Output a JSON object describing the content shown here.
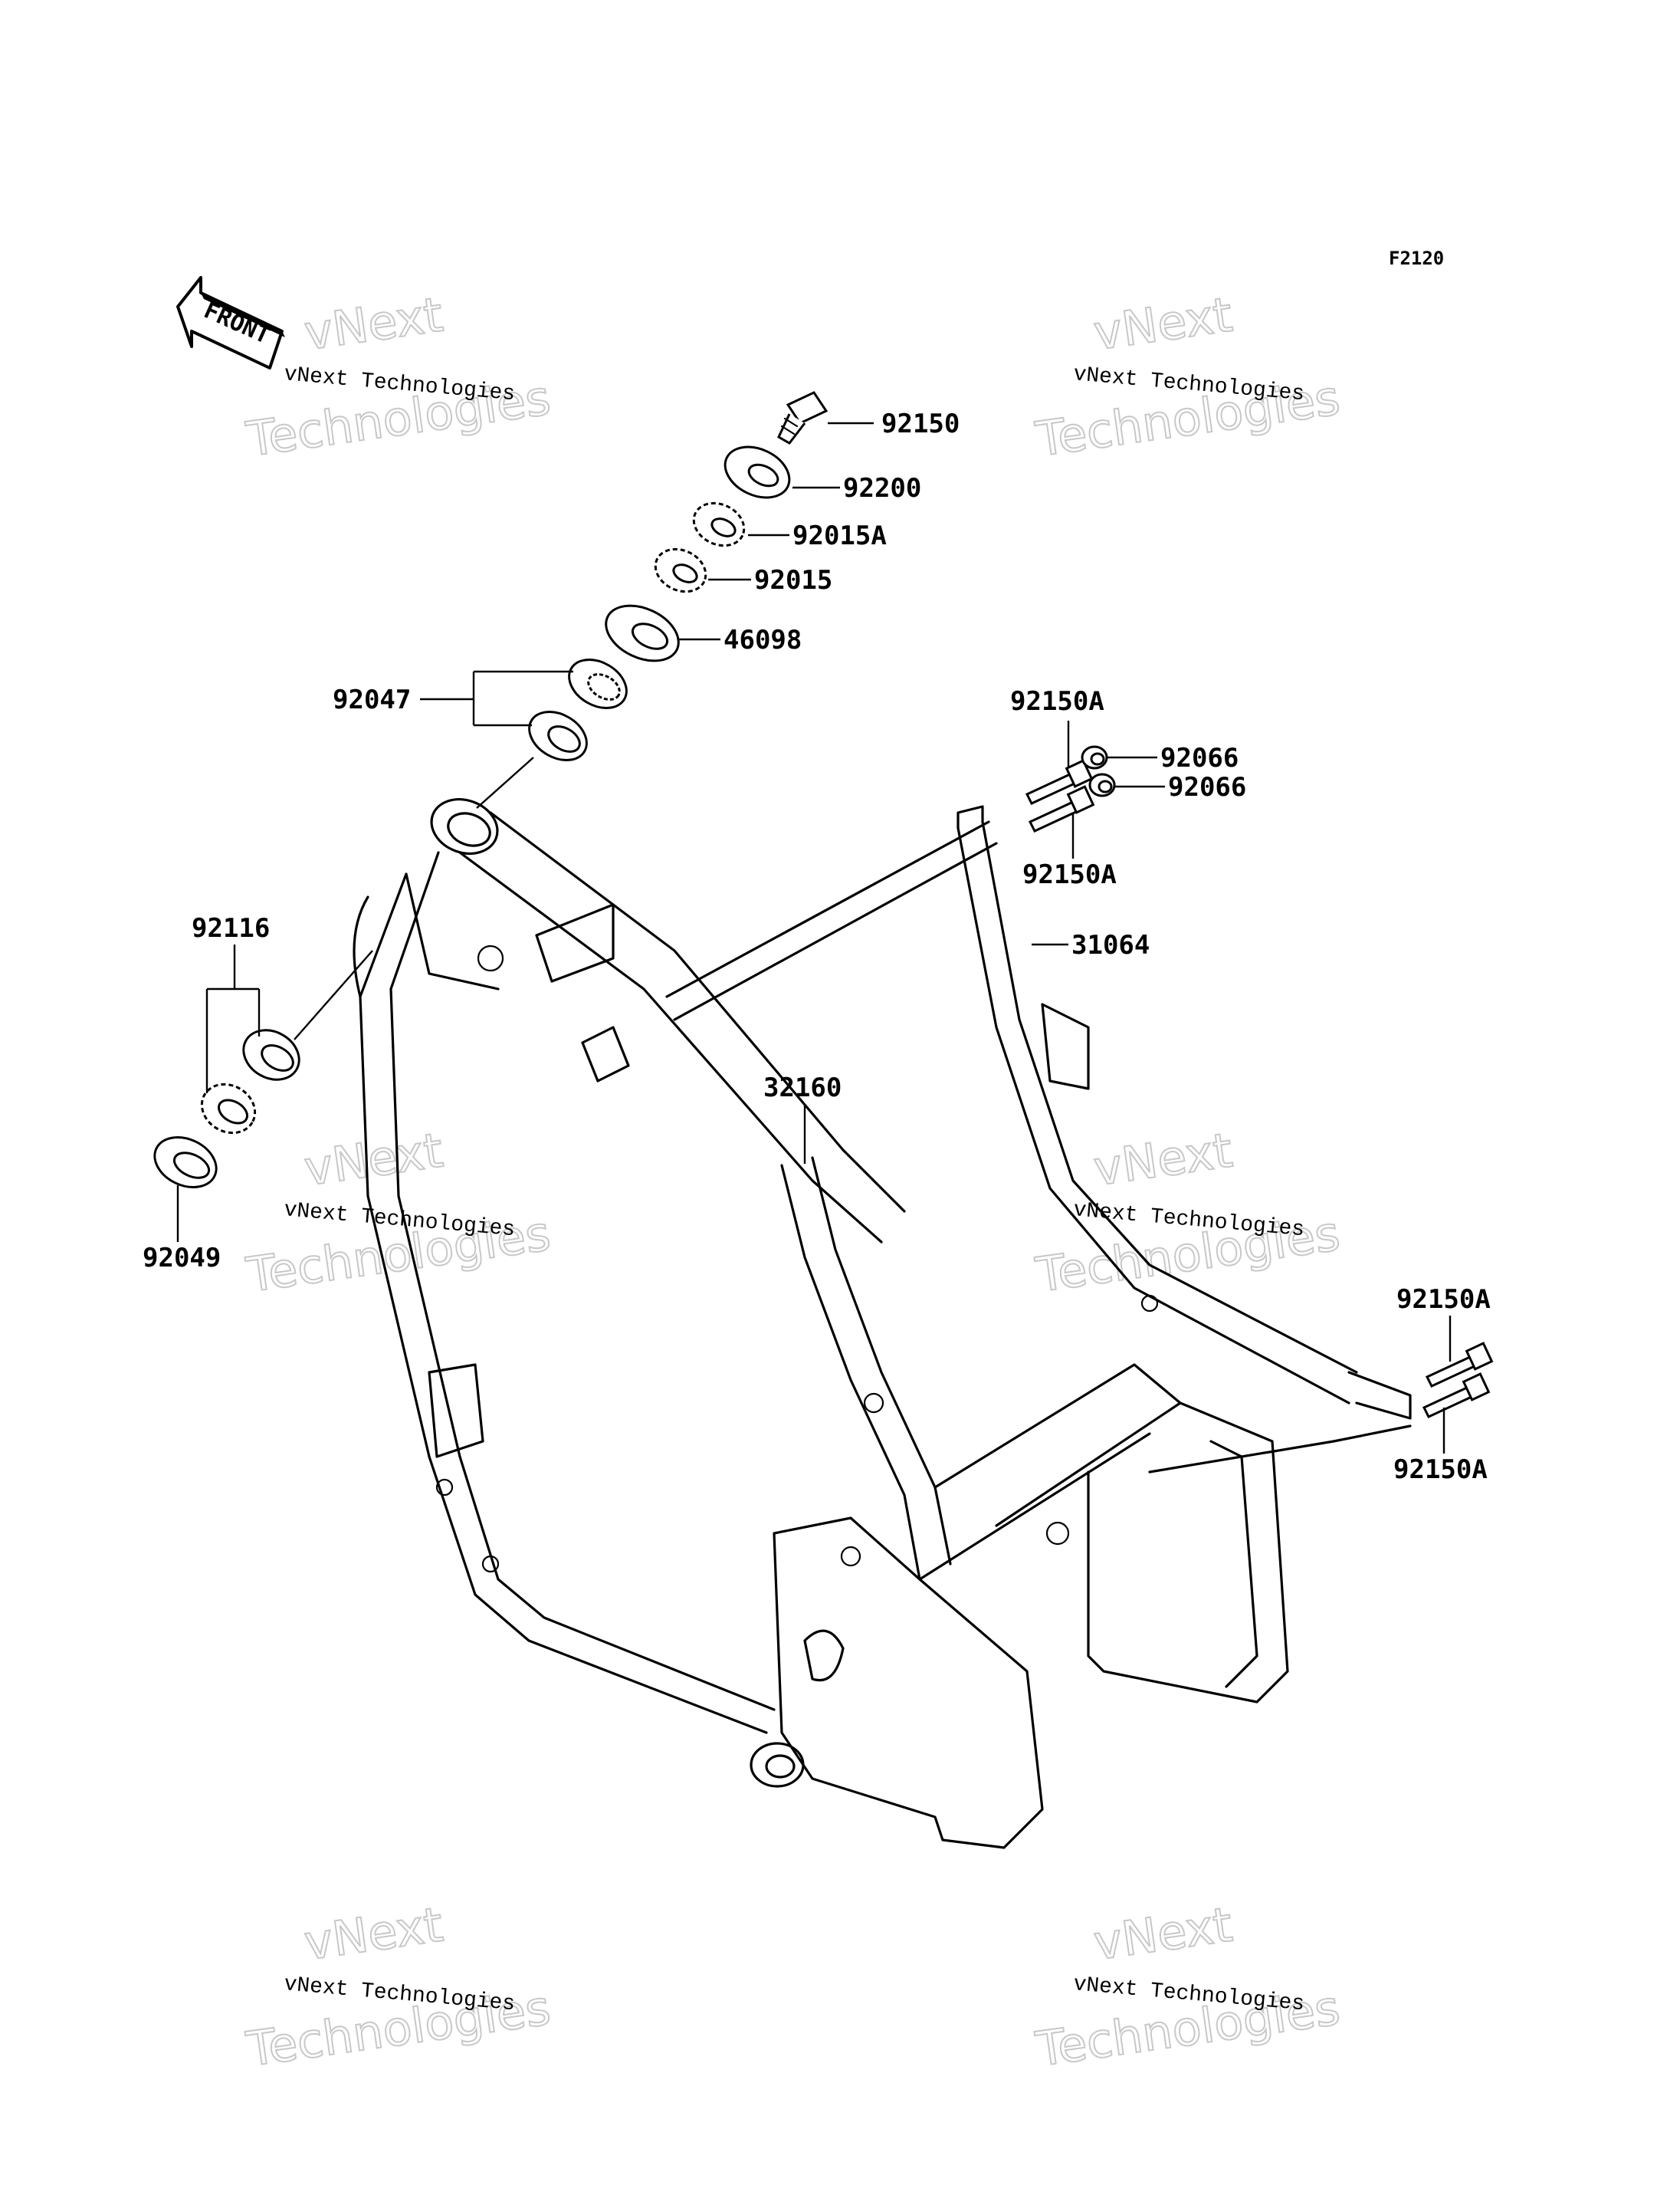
{
  "figure_code": "F2120",
  "front_arrow_label": "FRONT",
  "watermark": {
    "line1": "vNext Technologies",
    "ghost_top": "vNext",
    "ghost_bottom": "Technologies"
  },
  "parts": {
    "p92150": "92150",
    "p92200": "92200",
    "p92015A": "92015A",
    "p92015": "92015",
    "p46098": "46098",
    "p92047": "92047",
    "p92150A_top1": "92150A",
    "p92066_a": "92066",
    "p92066_b": "92066",
    "p92150A_top2": "92150A",
    "p31064": "31064",
    "p92116": "92116",
    "p32160": "32160",
    "p92049": "92049",
    "p92150A_bot1": "92150A",
    "p92150A_bot2": "92150A"
  },
  "colors": {
    "line": "#000000",
    "background": "#ffffff",
    "watermark_ghost": "#c8c8c8"
  }
}
